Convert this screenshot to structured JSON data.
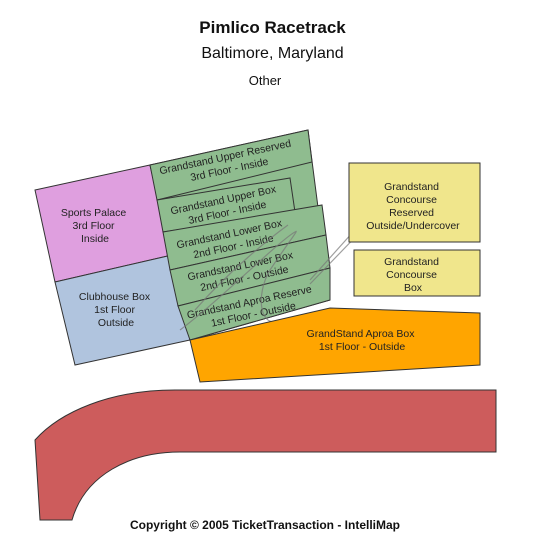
{
  "header": {
    "title": "Pimlico Racetrack",
    "location": "Baltimore, Maryland",
    "category": "Other"
  },
  "colors": {
    "sports_palace": "#df9fdf",
    "clubhouse": "#b0c4de",
    "grandstand": "#8fbc8f",
    "concourse": "#f0e68c",
    "aproa_box": "#ffa500",
    "track": "#cd5c5c"
  },
  "sections": {
    "sports_palace": [
      "Sports Palace",
      "3rd Floor",
      "Inside"
    ],
    "clubhouse_box": [
      "Clubhouse Box",
      "1st Floor",
      "Outside"
    ],
    "gs_upper_reserved": [
      "Grandstand Upper Reserved",
      "3rd Floor - Inside"
    ],
    "gs_upper_box": [
      "Grandstand Upper Box",
      "3rd Floor - Inside"
    ],
    "gs_lower_box_inside": [
      "Grandstand Lower Box",
      "2nd Floor - Inside"
    ],
    "gs_lower_box_outside": [
      "Grandstand Lower Box",
      "2nd Floor - Outside"
    ],
    "gs_aproa_reserve": [
      "Grandstand Aproa Reserve",
      "1st Floor - Outside"
    ],
    "gs_aproa_box": [
      "GrandStand Aproa Box",
      "1st Floor - Outside"
    ],
    "concourse_reserved": [
      "Grandstand",
      "Concourse",
      "Reserved",
      "Outside/Undercover"
    ],
    "concourse_box": [
      "Grandstand",
      "Concourse",
      "Box"
    ]
  },
  "footer": {
    "copyright": "Copyright © 2005 TicketTransaction - IntelliMap"
  }
}
